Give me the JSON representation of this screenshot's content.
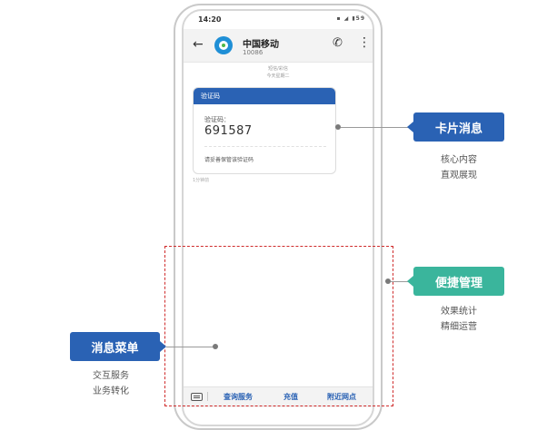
{
  "status_bar": {
    "time": "14:20",
    "icons_text": "▪ ◢ ▮59"
  },
  "header": {
    "contact_name": "中国移动",
    "contact_number": "10086"
  },
  "message_meta": {
    "line1": "短信/彩信",
    "line2": "今天星期二"
  },
  "card": {
    "header_title": "验证码",
    "code_label": "验证码：",
    "code_value": "691587",
    "footer_text": "请妥善保管该验证码",
    "time_ago": "1分钟前"
  },
  "bottom_menu": {
    "items": [
      "查询服务",
      "充值",
      "附近网点"
    ]
  },
  "callouts": {
    "card_message": {
      "title": "卡片消息",
      "desc1": "核心内容",
      "desc2": "直观展现"
    },
    "convenient_management": {
      "title": "便捷管理",
      "desc1": "效果统计",
      "desc2": "精细运营"
    },
    "message_menu": {
      "title": "消息菜单",
      "desc1": "交互服务",
      "desc2": "业务转化"
    }
  },
  "colors": {
    "blue": "#2a62b4",
    "teal": "#3ab59c",
    "dashed_red": "#cf2b2b"
  },
  "icons": [
    "back-arrow",
    "china-mobile-logo",
    "phone",
    "more-vertical",
    "keyboard"
  ]
}
